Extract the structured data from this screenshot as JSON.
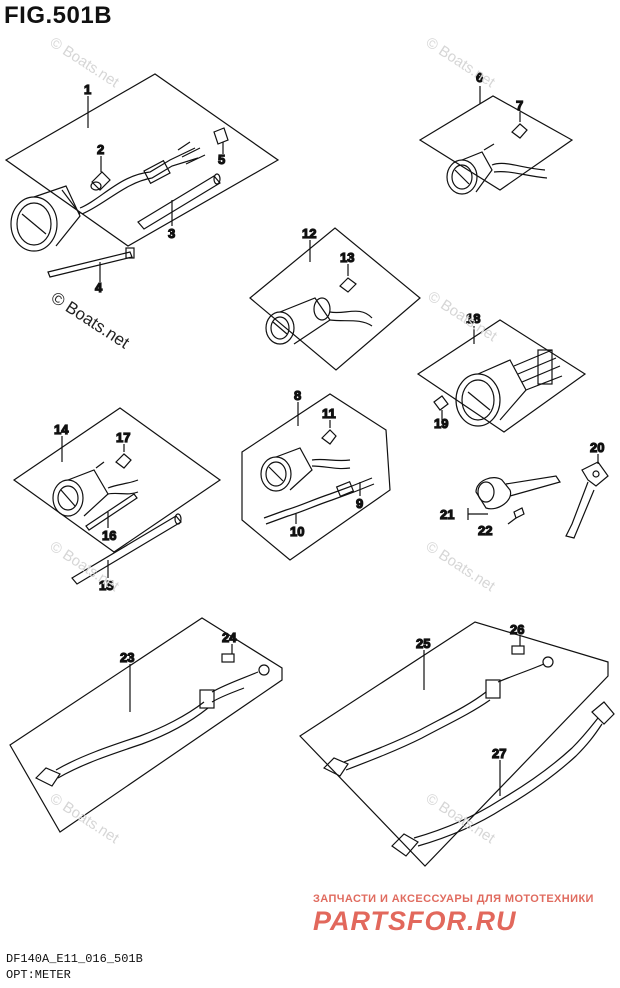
{
  "title": "FIG.501B",
  "footer": {
    "model_code": "DF140A_E11_016_501B",
    "section": "OPT:METER"
  },
  "watermark": {
    "faint": "© Boats.net",
    "strong": "© Boats.net"
  },
  "branding": {
    "subtitle": "ЗАПЧАСТИ И АКСЕССУАРЫ ДЛЯ МОТОТЕХНИКИ",
    "logo": "PARTSFOR.RU"
  },
  "callouts": {
    "p1": "1",
    "p2": "2",
    "p3": "3",
    "p4": "4",
    "p5": "5",
    "p6": "6",
    "p7": "7",
    "p8": "8",
    "p9": "9",
    "p10": "10",
    "p11": "11",
    "p12": "12",
    "p13": "13",
    "p14": "14",
    "p15": "15",
    "p16": "16",
    "p17": "17",
    "p18": "18",
    "p19": "19",
    "p20": "20",
    "p21": "21",
    "p22": "22",
    "p23": "23",
    "p24": "24",
    "p25": "25",
    "p26": "26",
    "p27": "27"
  }
}
